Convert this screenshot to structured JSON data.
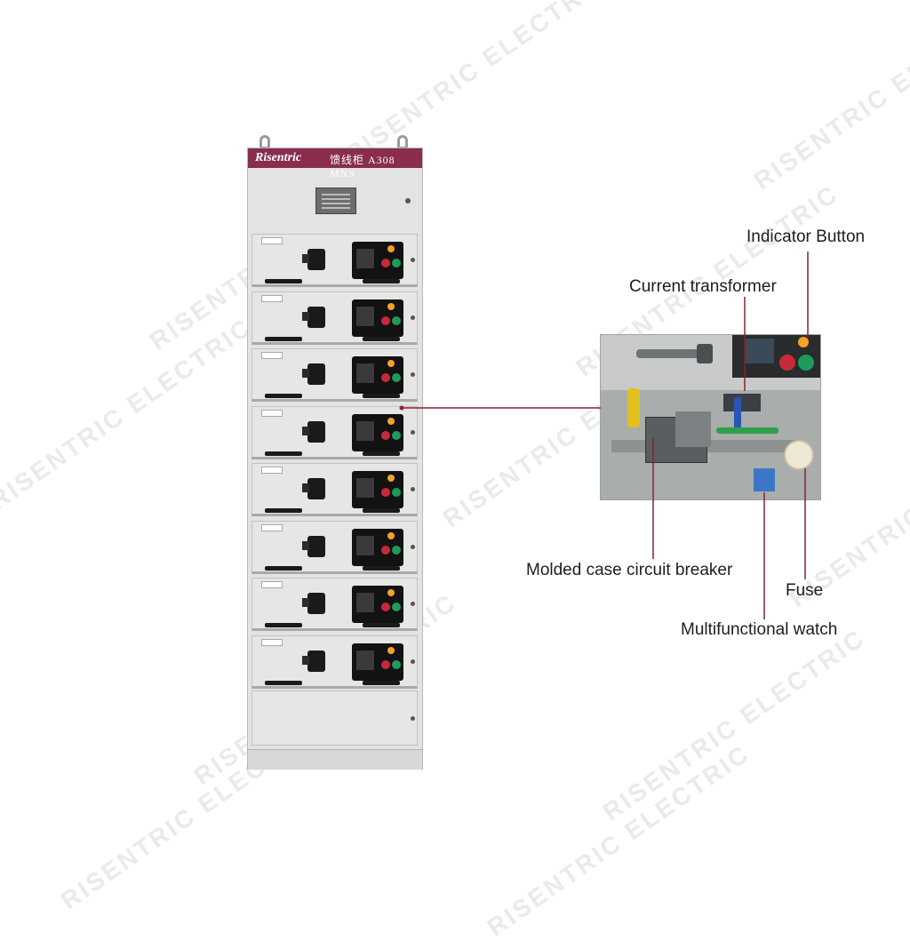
{
  "watermark": "RISENTRIC ELECTRIC",
  "cabinet": {
    "brand": "Risentric",
    "header_text": "馈线柜 A308    MNS",
    "drawer_count": 8
  },
  "callouts": {
    "indicator_button": "Indicator Button",
    "current_transformer": "Current transformer",
    "molded_case_circuit_breaker": "Molded case circuit breaker",
    "fuse": "Fuse",
    "multifunctional_watch": "Multifunctional watch"
  },
  "colors": {
    "brand_bar": "#8a2d4f",
    "leader_line": "#8a2230",
    "button_yellow": "#f2a12b",
    "button_red": "#c62a3a",
    "button_green": "#1e9a5a"
  }
}
